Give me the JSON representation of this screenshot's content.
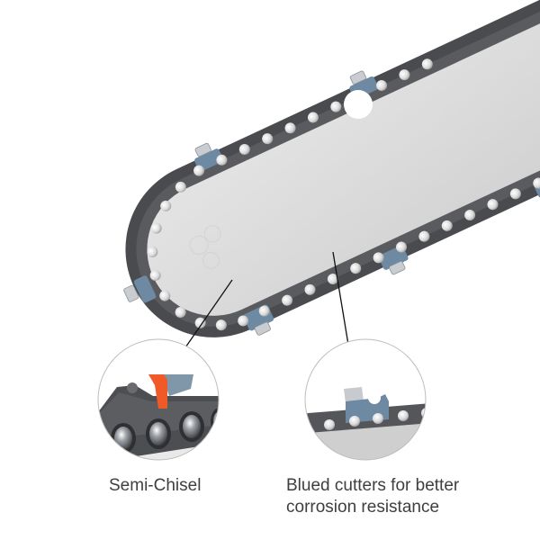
{
  "product": {
    "subject": "chainsaw-guide-bar-and-chain",
    "bar_color": "#d9d9d9",
    "chain_color": "#4a4b4e",
    "rivet_color": "#e8e8ea",
    "blue_link_color": "#6e8aa3",
    "cutter_color": "#c9cdd1",
    "accent_color": "#f05a28",
    "line_color": "#111111"
  },
  "callouts": [
    {
      "id": "semi-chisel",
      "label": "Semi-Chisel",
      "highlight_color": "#f05a28"
    },
    {
      "id": "blued-cutters",
      "label_line1": "Blued cutters for better",
      "label_line2": "corrosion resistance",
      "highlight_color": "#6e8aa3"
    }
  ]
}
